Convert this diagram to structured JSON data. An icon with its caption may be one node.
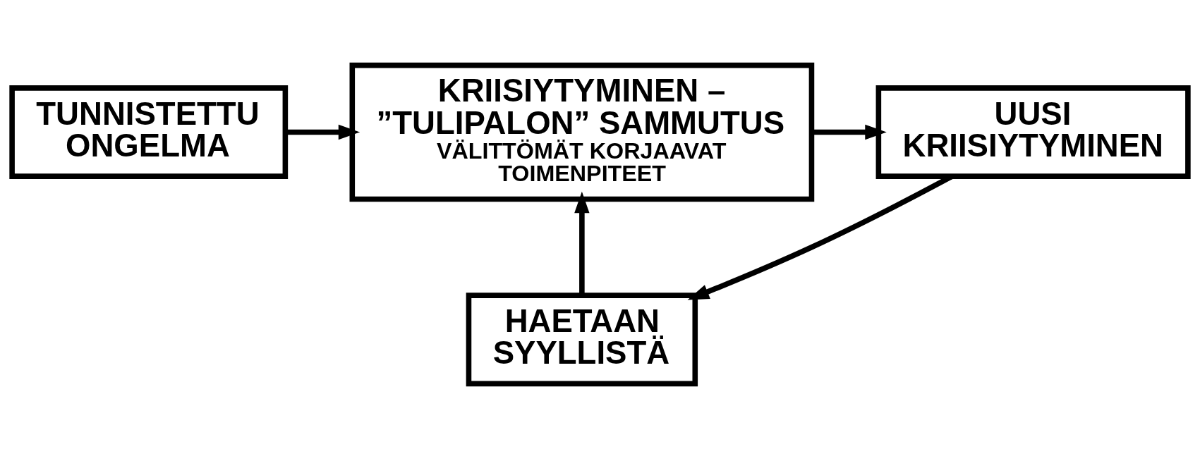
{
  "diagram": {
    "nodes": [
      {
        "text": [
          "TUNNISTETTU ONGELMA"
        ]
      },
      {
        "text": [
          "KRIISIYTYMINEN – ”TULIPALON” SAMMUTUS",
          "VÄLITTÖMÄT KORJAAVAT TOIMENPITEET"
        ]
      },
      {
        "text": [
          "UUSI KRIISIYTYMINEN"
        ]
      },
      {
        "text": [
          "HAETAAN SYYLLISTÄ"
        ]
      }
    ],
    "edges": [
      {
        "from": 0,
        "to": 1,
        "arrow": "to"
      },
      {
        "from": 1,
        "to": 2,
        "arrow": "to"
      },
      {
        "from": 2,
        "to": 3,
        "arrow": "to"
      },
      {
        "from": 3,
        "to": 1,
        "arrow": "to"
      }
    ]
  }
}
